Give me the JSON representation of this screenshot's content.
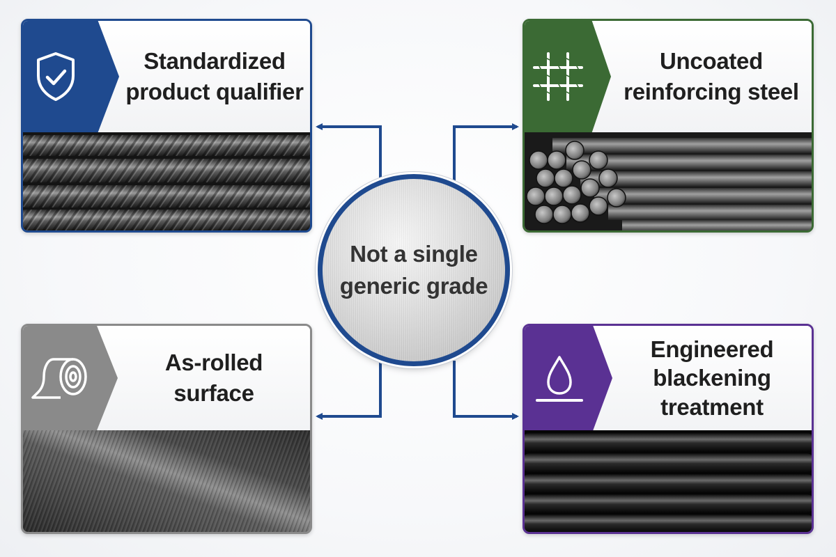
{
  "center": {
    "label_line1": "Not a single",
    "label_line2": "generic grade",
    "border_color": "#1f4a8f"
  },
  "cards": {
    "standardized": {
      "title_line1": "Standardized",
      "title_line2": "product qualifier",
      "accent_color": "#1f4a8f",
      "icon": "shield-check-icon",
      "photo": "ribbed-rebar-photo"
    },
    "uncoated": {
      "title_line1": "Uncoated",
      "title_line2": "reinforcing steel",
      "accent_color": "#3b6a34",
      "icon": "rebar-grid-icon",
      "photo": "rebar-bundle-ends-photo"
    },
    "as_rolled": {
      "title_line1": "As-rolled",
      "title_line2": "surface",
      "accent_color": "#8a8a8a",
      "icon": "steel-coil-icon",
      "photo": "rolled-surface-photo"
    },
    "blackening": {
      "title_line1": "Engineered",
      "title_line2": "blackening",
      "title_line3": "treatment",
      "accent_color": "#5a3193",
      "icon": "oil-drop-icon",
      "photo": "black-bars-photo"
    }
  },
  "connector_color": "#1f4a8f"
}
